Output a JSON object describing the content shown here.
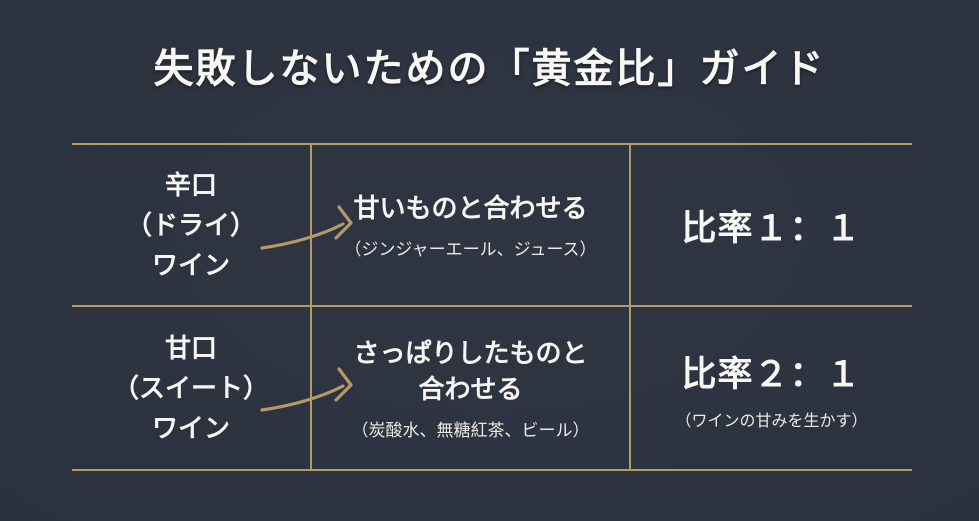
{
  "title": "失敗しないための「黄金比」ガイド",
  "colors": {
    "background": "#2b313d",
    "rule_gold": "#b49b66",
    "text_primary": "#f6f5f1",
    "text_secondary": "#ebe9e3"
  },
  "table": {
    "rows": [
      {
        "wine_lines": [
          "辛口",
          "（ドライ）",
          "ワイン"
        ],
        "mixer_main_lines": [
          "甘いものと合わせる"
        ],
        "mixer_note": "（ジンジャーエール、ジュース）",
        "ratio": "比率１：１",
        "ratio_note": ""
      },
      {
        "wine_lines": [
          "甘口",
          "（スイート）",
          "ワイン"
        ],
        "mixer_main_lines": [
          "さっぱりしたものと",
          "合わせる"
        ],
        "mixer_note": "（炭酸水、無糖紅茶、ビール）",
        "ratio": "比率２：１",
        "ratio_note": "（ワインの甘みを生かす）"
      }
    ]
  },
  "icons": {
    "arrow": "curved-right-arrow"
  }
}
